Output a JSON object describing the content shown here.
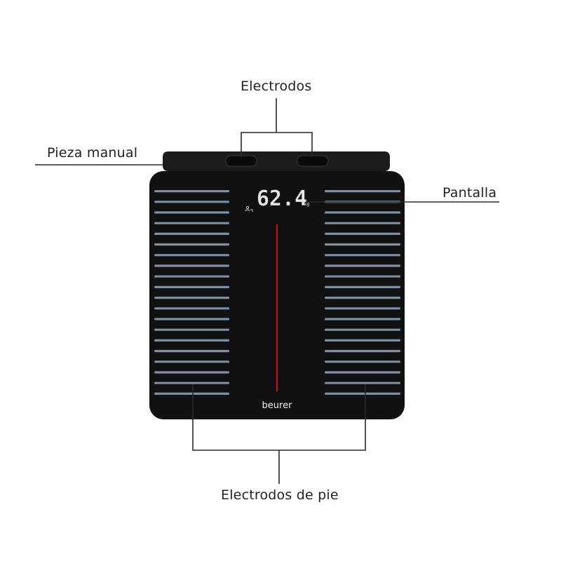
{
  "labels": {
    "electrodos": "Electrodos",
    "pieza_manual": "Pieza manual",
    "pantalla": "Pantalla",
    "electrodos_pie": "Electrodos de pie"
  },
  "display": {
    "reading": "62.4",
    "unit": "kg"
  },
  "brand": {
    "logo": "beurer"
  },
  "colors": {
    "scale_body": "#111111",
    "handle": "#1c1c1c",
    "electrode_stripe": "#7d8fa0",
    "center_line": "#c8102e",
    "display_text": "#e8e8e8",
    "leader_line": "#2a2a2a"
  }
}
